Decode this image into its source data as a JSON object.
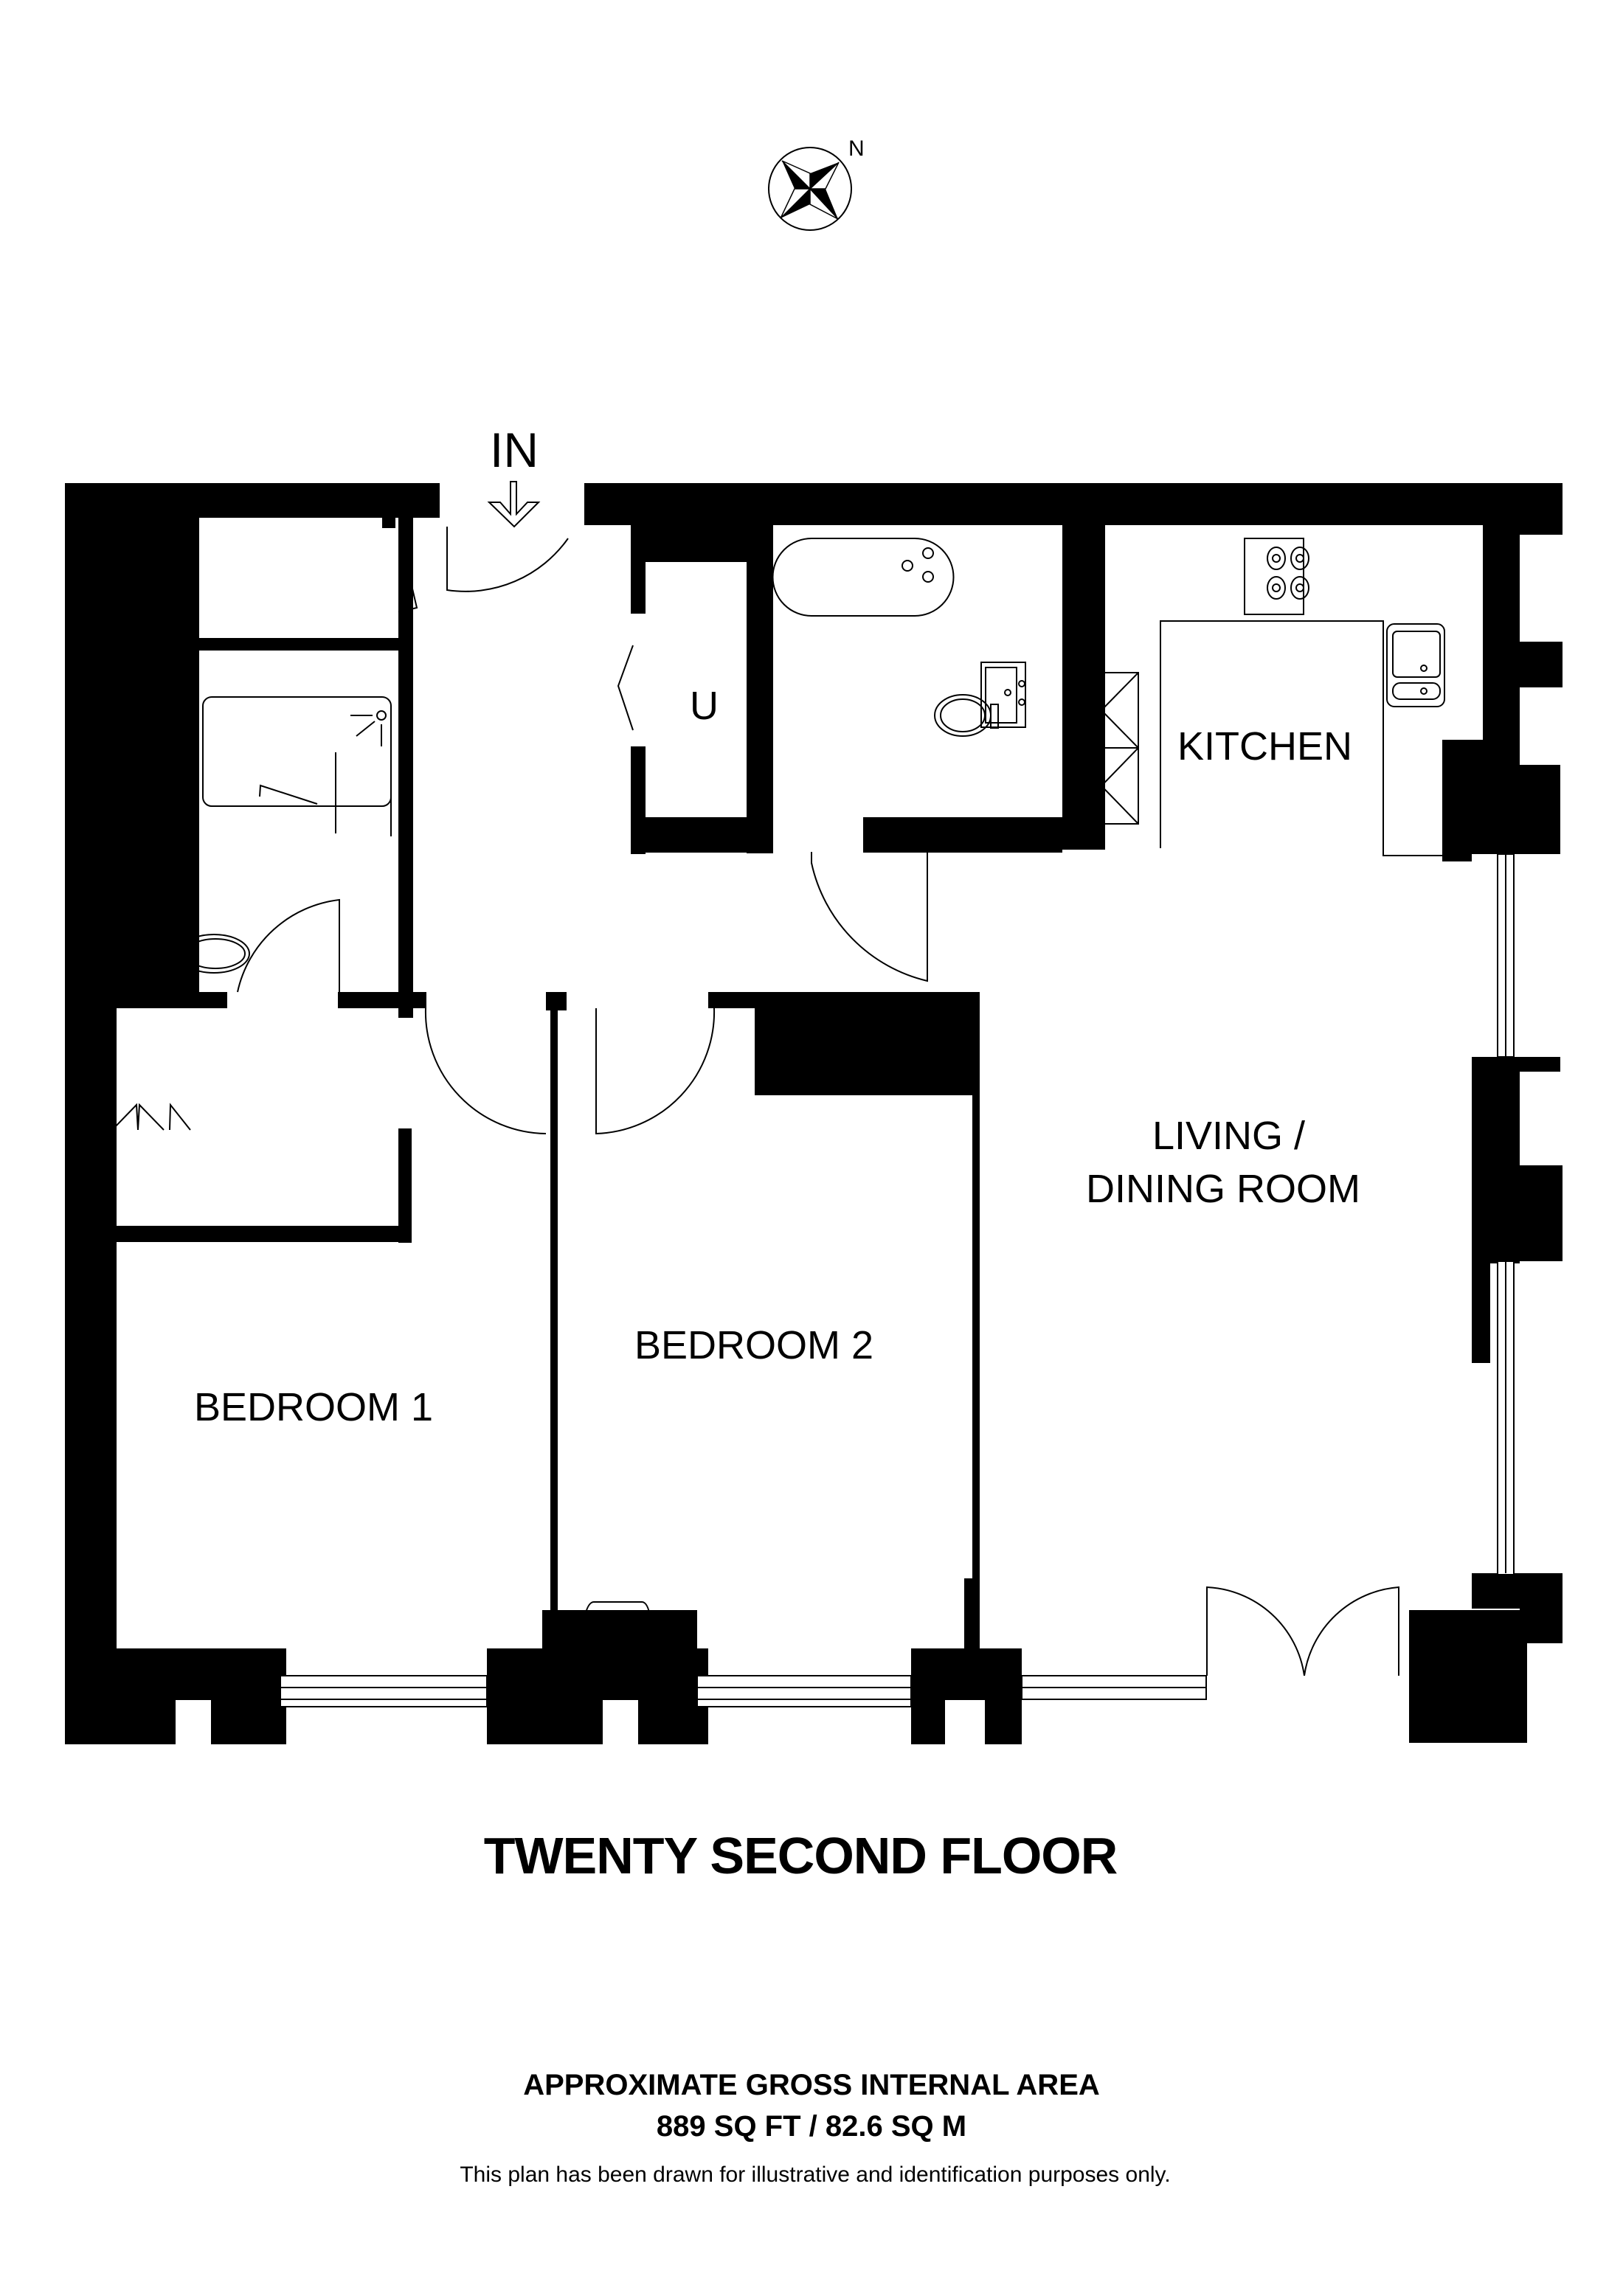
{
  "compass": {
    "north_label": "N",
    "icon": "compass-rose-icon"
  },
  "entrance": {
    "label": "IN",
    "icon": "arrow-down-icon"
  },
  "rooms": {
    "kitchen": "KITCHEN",
    "living_line1": "LIVING /",
    "living_line2": "DINING ROOM",
    "bedroom1": "BEDROOM 1",
    "bedroom2": "BEDROOM 2",
    "utility": "U"
  },
  "floor_title": "TWENTY SECOND FLOOR",
  "area": {
    "heading": "APPROXIMATE GROSS INTERNAL AREA",
    "value": "889 SQ FT / 82.6 SQ M"
  },
  "disclaimer": "This plan has been drawn for illustrative and identification purposes only.",
  "colors": {
    "wall": "#000000",
    "background": "#ffffff",
    "line": "#333333"
  }
}
